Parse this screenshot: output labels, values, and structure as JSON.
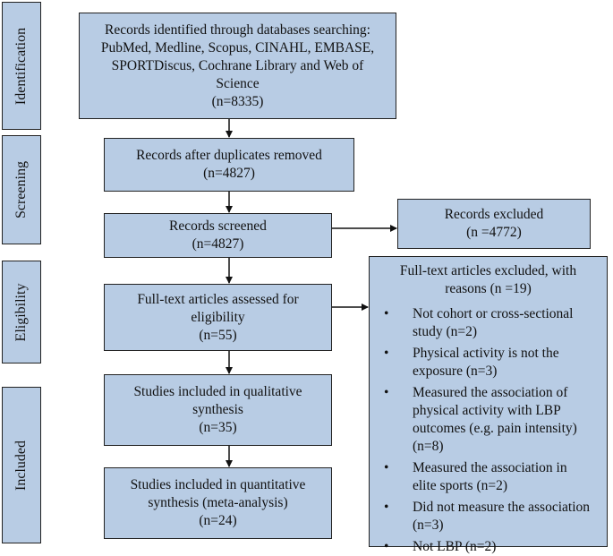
{
  "stages": {
    "identification": "Identification",
    "screening": "Screening",
    "eligibility": "Eligibility",
    "included": "Included"
  },
  "boxes": {
    "identified": {
      "lines": [
        "Records identified through databases searching:",
        "PubMed, Medline, Scopus, CINAHL, EMBASE,",
        "SPORTDiscus, Cochrane Library and Web of",
        "Science",
        "(n=8335)"
      ]
    },
    "duplicates": {
      "lines": [
        "Records after duplicates removed",
        "(n=4827)"
      ]
    },
    "screened": {
      "lines": [
        "Records screened",
        "(n=4827)"
      ]
    },
    "excluded": {
      "lines": [
        "Records excluded",
        "(n =4772)"
      ]
    },
    "fulltext": {
      "lines": [
        "Full-text articles assessed for",
        "eligibility",
        "(n=55)"
      ]
    },
    "qualitative": {
      "lines": [
        "Studies included in qualitative",
        "synthesis",
        "(n=35)"
      ]
    },
    "quantitative": {
      "lines": [
        "Studies included in quantitative",
        "synthesis (meta-analysis)",
        "(n=24)"
      ]
    }
  },
  "fulltext_excluded": {
    "heading": [
      "Full-text articles excluded, with",
      "reasons (n =19)"
    ],
    "bullet": "•",
    "reasons": [
      [
        "Not cohort or cross-sectional",
        "study (n=2)"
      ],
      [
        "Physical activity is not the",
        "exposure (n=3)"
      ],
      [
        "Measured the association of",
        "physical activity with LBP",
        "outcomes (e.g. pain intensity)",
        "(n=8)"
      ],
      [
        "Measured the association in",
        "elite sports (n=2)"
      ],
      [
        "Did not measure the association",
        "(n=3)"
      ],
      [
        "Not LBP (n=2)"
      ]
    ]
  },
  "colors": {
    "box_fill": "#b8cce4",
    "border": "#222222"
  }
}
